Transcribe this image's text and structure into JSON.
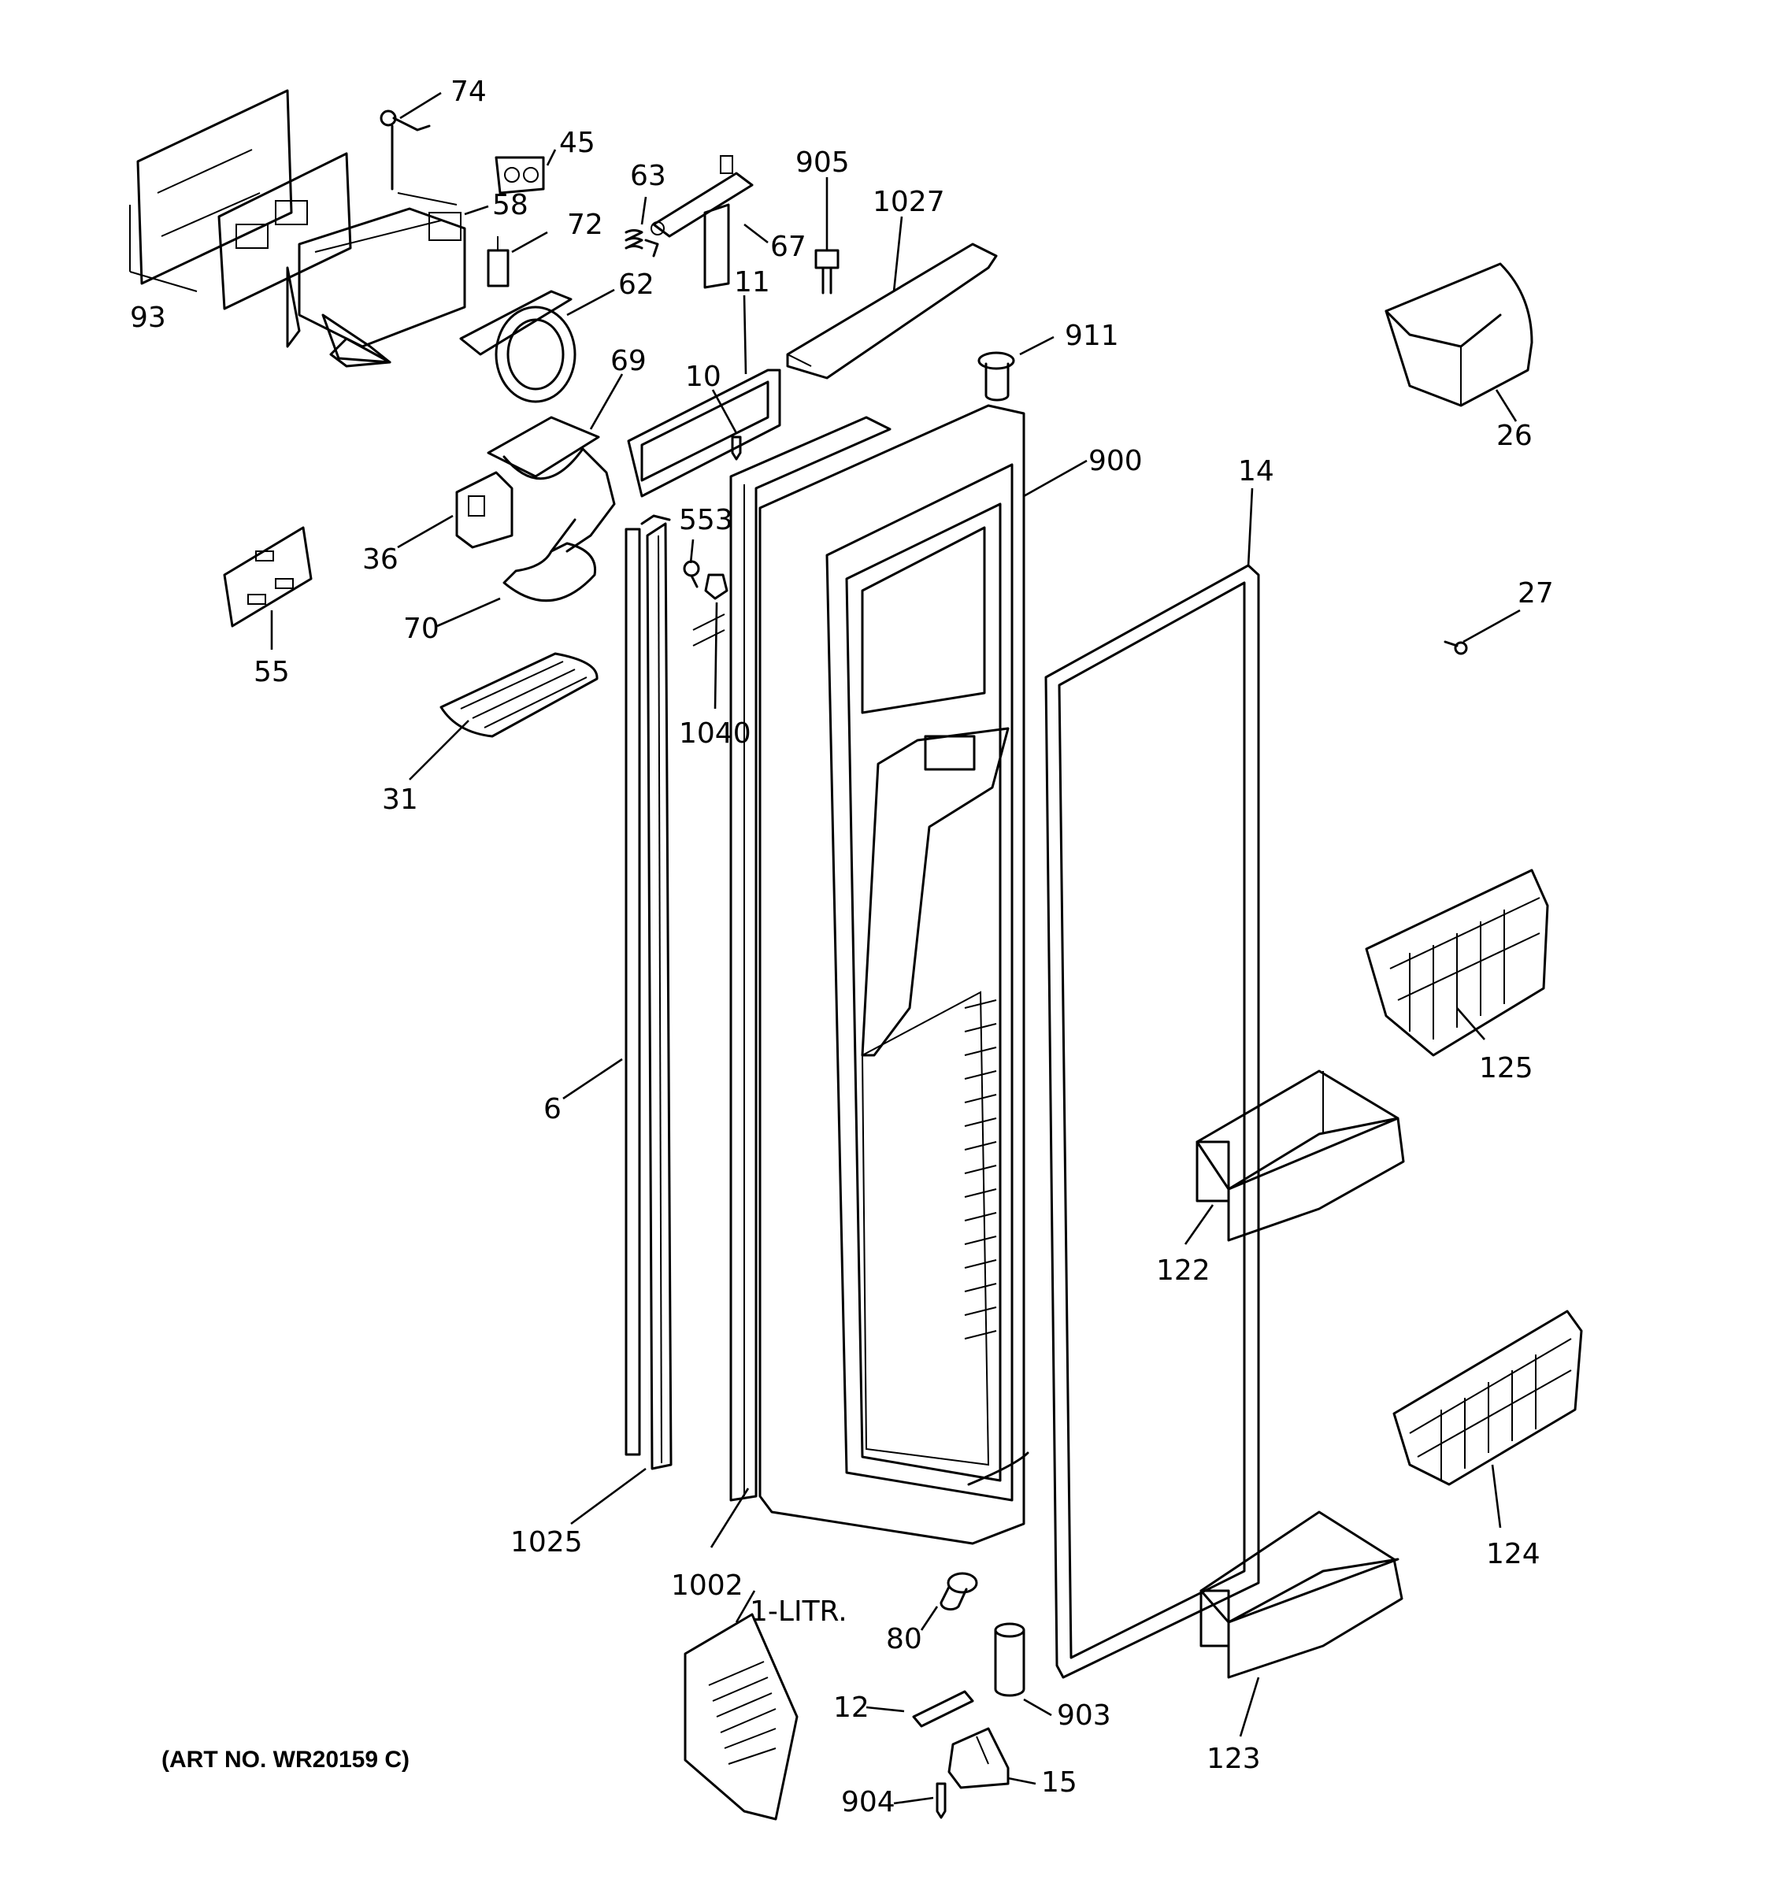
{
  "diagram": {
    "art_number": "(ART NO. WR20159 C)",
    "callouts": [
      {
        "id": "74",
        "text": "74"
      },
      {
        "id": "45",
        "text": "45"
      },
      {
        "id": "58",
        "text": "58"
      },
      {
        "id": "93",
        "text": "93"
      },
      {
        "id": "72",
        "text": "72"
      },
      {
        "id": "63",
        "text": "63"
      },
      {
        "id": "67",
        "text": "67"
      },
      {
        "id": "905",
        "text": "905"
      },
      {
        "id": "1027",
        "text": "1027"
      },
      {
        "id": "62",
        "text": "62"
      },
      {
        "id": "11",
        "text": "11"
      },
      {
        "id": "911",
        "text": "911"
      },
      {
        "id": "26",
        "text": "26"
      },
      {
        "id": "10",
        "text": "10"
      },
      {
        "id": "69",
        "text": "69"
      },
      {
        "id": "900",
        "text": "900"
      },
      {
        "id": "14",
        "text": "14"
      },
      {
        "id": "36",
        "text": "36"
      },
      {
        "id": "553",
        "text": "553"
      },
      {
        "id": "27",
        "text": "27"
      },
      {
        "id": "55",
        "text": "55"
      },
      {
        "id": "70",
        "text": "70"
      },
      {
        "id": "1040",
        "text": "1040"
      },
      {
        "id": "31",
        "text": "31"
      },
      {
        "id": "125",
        "text": "125"
      },
      {
        "id": "6",
        "text": "6"
      },
      {
        "id": "122",
        "text": "122"
      },
      {
        "id": "124",
        "text": "124"
      },
      {
        "id": "1025",
        "text": "1025"
      },
      {
        "id": "1002",
        "text": "1002"
      },
      {
        "id": "1-LITR",
        "text": "1-LITR."
      },
      {
        "id": "80",
        "text": "80"
      },
      {
        "id": "12",
        "text": "12"
      },
      {
        "id": "903",
        "text": "903"
      },
      {
        "id": "123",
        "text": "123"
      },
      {
        "id": "904",
        "text": "904"
      },
      {
        "id": "15",
        "text": "15"
      }
    ]
  }
}
